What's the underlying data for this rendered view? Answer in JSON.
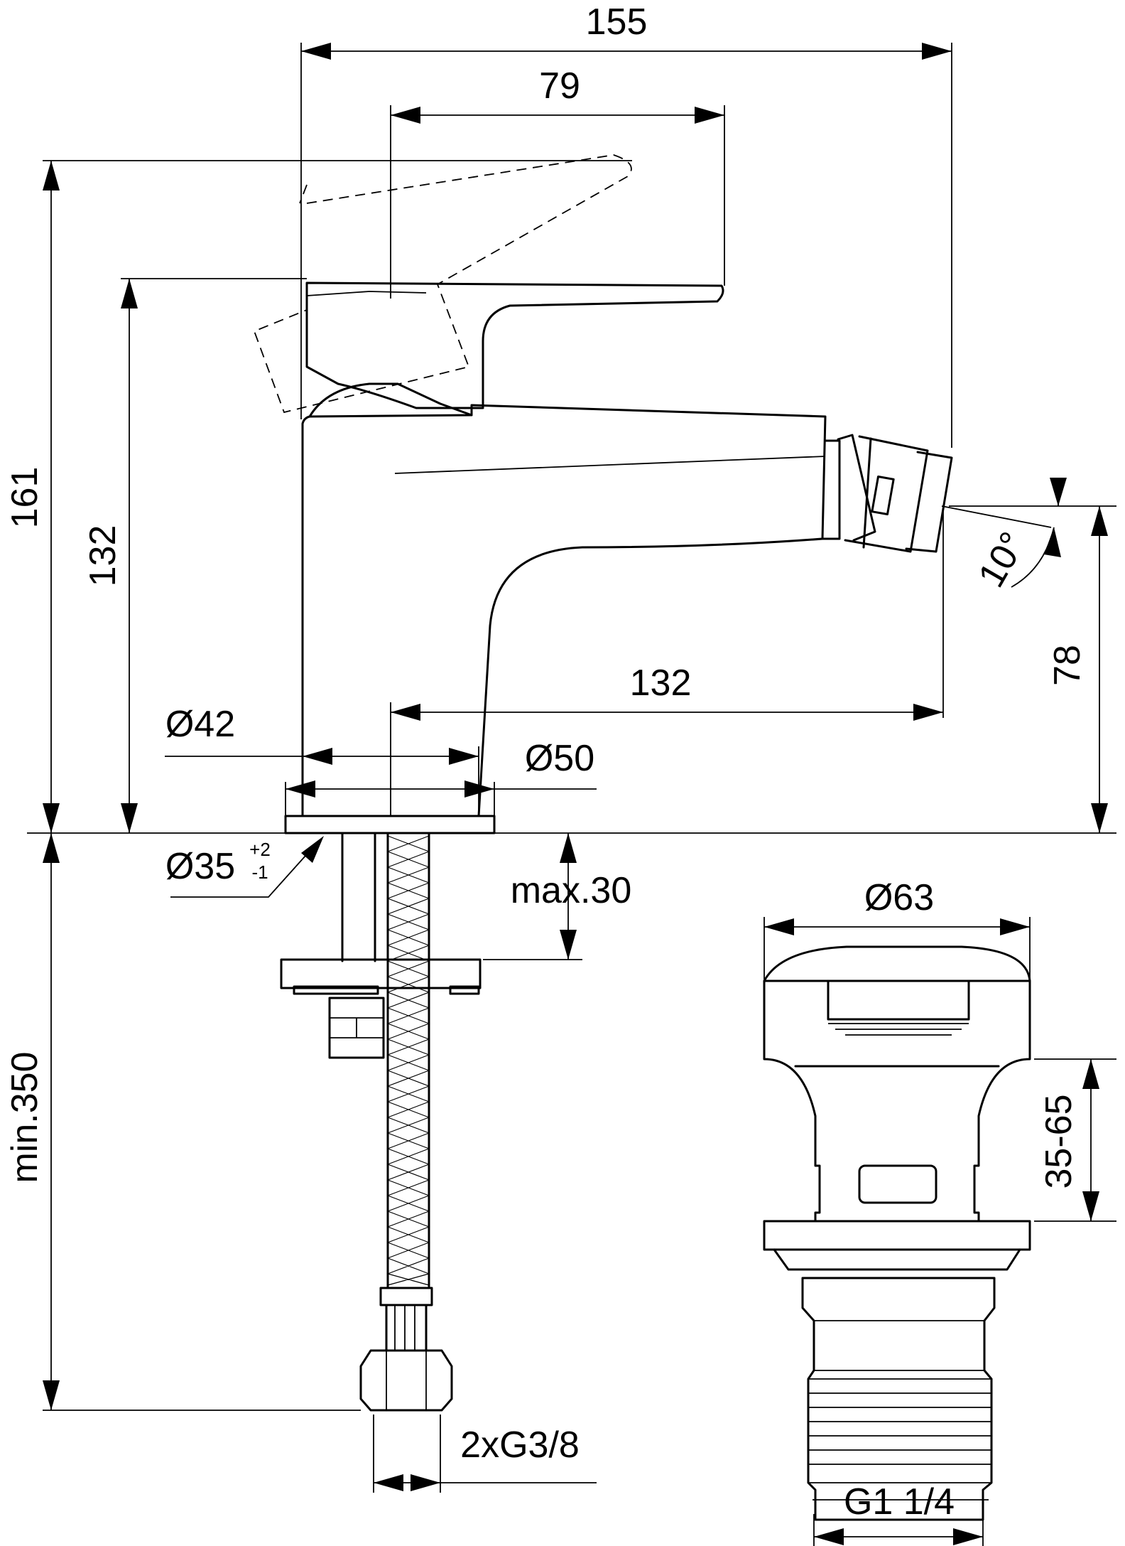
{
  "dimensions": {
    "total_width": "155",
    "lever_width": "79",
    "total_height": "161",
    "lever_height": "132",
    "spout_reach": "132",
    "spout_height": "78",
    "spout_angle": "10°",
    "body_diameter": "Ø42",
    "base_diameter": "Ø50",
    "hole_diameter": "Ø35",
    "hole_tol_plus": "+2",
    "hole_tol_minus": "-1",
    "max_deck_thickness": "max.30",
    "min_hose_length": "min.350",
    "connections": "2xG3/8",
    "waste_cap_diameter": "Ø63",
    "waste_range": "35-65",
    "waste_thread": "G1 1/4"
  }
}
